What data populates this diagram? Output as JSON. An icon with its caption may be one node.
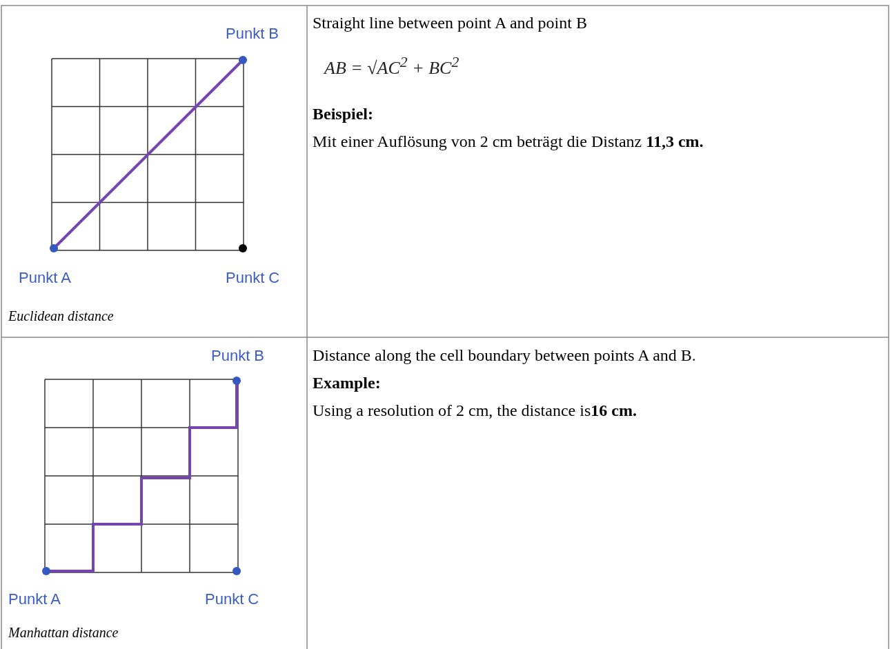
{
  "diagram": {
    "labels": [
      "Punkt B",
      "Punkt A",
      "Punkt C",
      "Euclidean distance",
      "Straight line between point A and point B",
      "AB = √AC$^{2}$ + BC$^{2}$",
      "Beispiel:",
      "Mit einer Auflösung von 2 cm beträgt die Distanz **11,3 cm.**",
      "Punkt B",
      "Punkt A",
      "Punkt C",
      "Manhattan distance",
      "Distance along the cell boundary between points A and B.",
      "Example:",
      "Using a resolution of 2 cm, the distance is**16 cm.**"
    ]
  }
}
